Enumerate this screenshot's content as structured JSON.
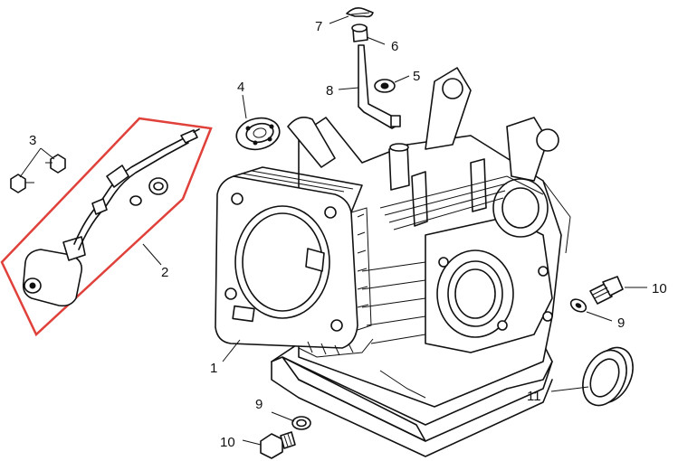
{
  "callouts": {
    "c1": "1",
    "c2": "2",
    "c3": "3",
    "c4": "4",
    "c5": "5",
    "c6": "6",
    "c7": "7",
    "c8": "8",
    "c9a": "9",
    "c9b": "9",
    "c10a": "10",
    "c10b": "10",
    "c11": "11"
  },
  "colors": {
    "line": "#111111",
    "highlight_box": "#e0413a",
    "background": "#ffffff"
  }
}
